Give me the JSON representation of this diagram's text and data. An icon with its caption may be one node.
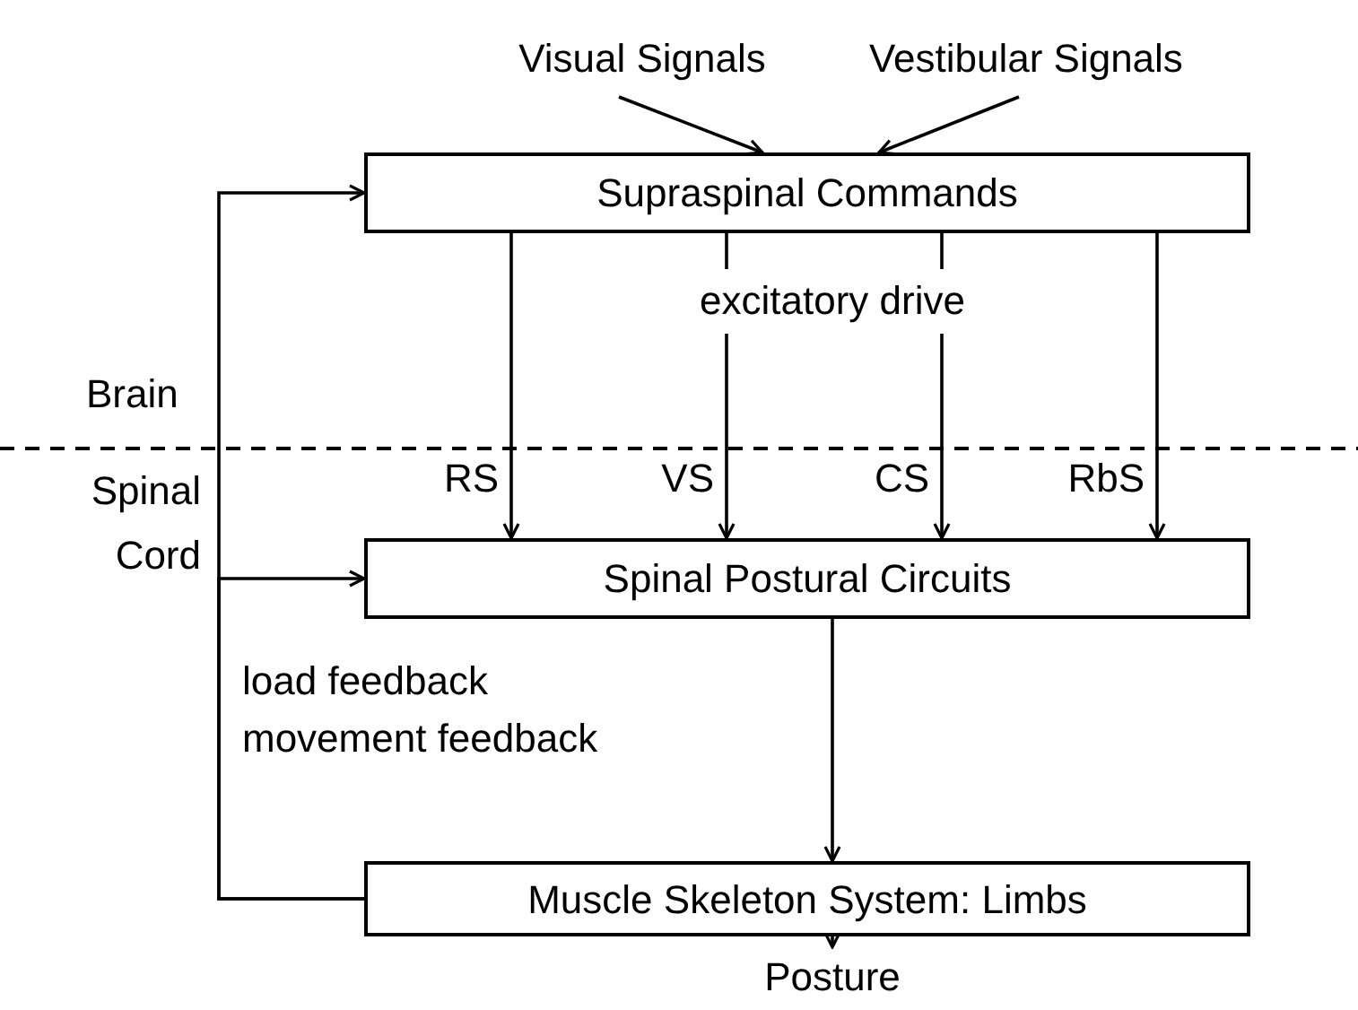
{
  "diagram": {
    "nodes": [
      {
        "text": [
          "Visual Signals"
        ]
      },
      {
        "text": [
          "Vestibular Signals"
        ]
      },
      {
        "text": [
          "Supraspinal Commands"
        ]
      },
      {
        "text": [
          "Spinal Postural Circuits"
        ]
      },
      {
        "text": [
          "Muscle Skeleton System: Limbs"
        ]
      },
      {
        "text": [
          "Posture"
        ]
      }
    ],
    "edges": [
      {
        "from": 0,
        "to": 2,
        "arrow": "to"
      },
      {
        "from": 1,
        "to": 2,
        "arrow": "to"
      },
      {
        "from": 2,
        "to": 3,
        "arrow": "to",
        "label": "RS"
      },
      {
        "from": 2,
        "to": 3,
        "arrow": "to",
        "label": "VS"
      },
      {
        "from": 2,
        "to": 3,
        "arrow": "to",
        "label": "CS"
      },
      {
        "from": 2,
        "to": 3,
        "arrow": "to",
        "label": "RbS"
      },
      {
        "from": 3,
        "to": 4,
        "arrow": "to"
      },
      {
        "from": 4,
        "to": 5,
        "arrow": "to"
      },
      {
        "from": 4,
        "to": 2,
        "arrow": "to"
      },
      {
        "from": 4,
        "to": 3,
        "arrow": "to"
      }
    ],
    "labels": [
      "excitatory drive",
      "Brain",
      "Spinal Cord",
      "load feedback",
      "movement feedback"
    ]
  }
}
